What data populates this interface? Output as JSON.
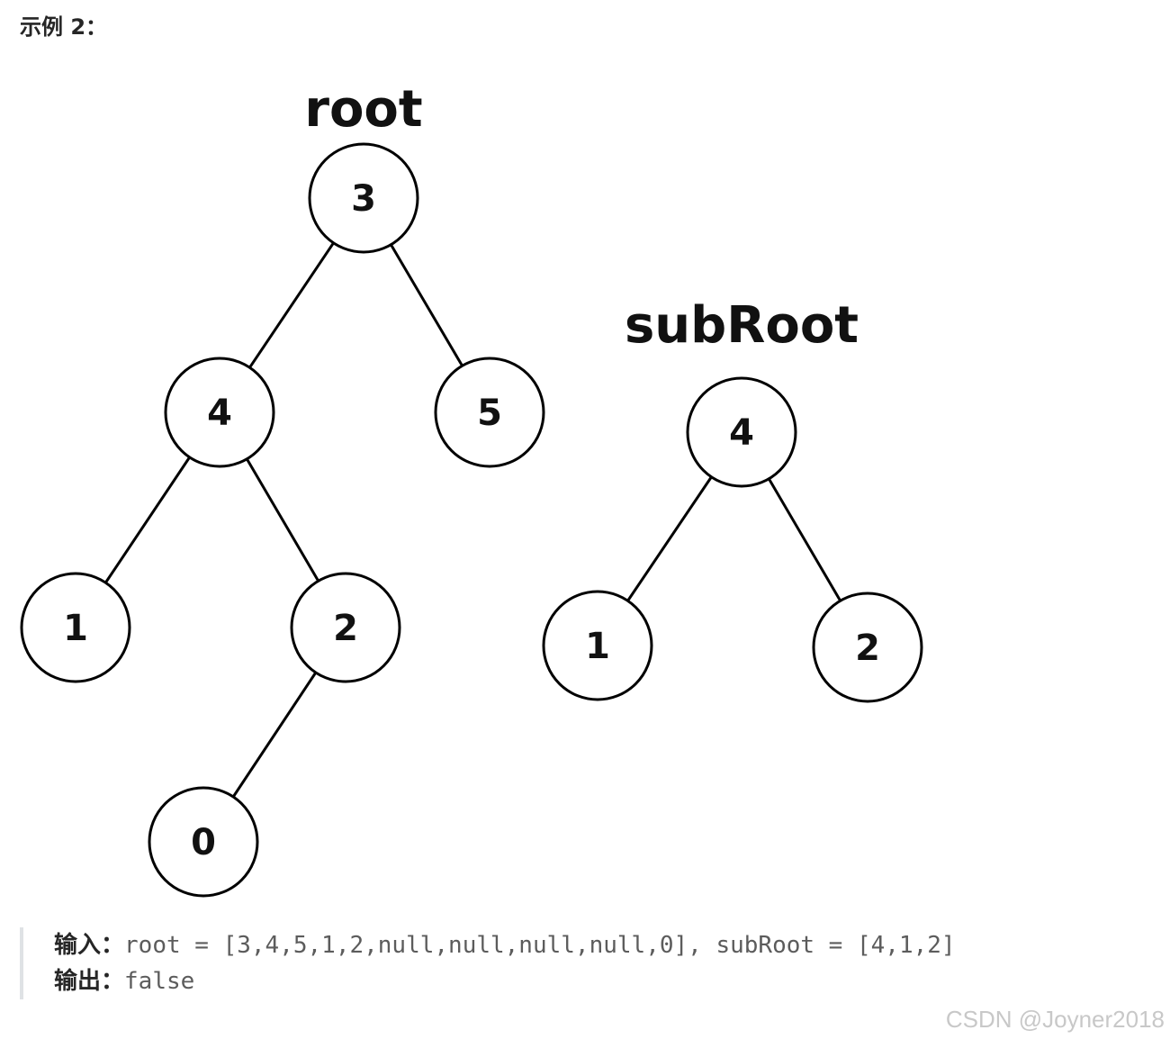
{
  "heading": "示例 2：",
  "trees": [
    {
      "title": "root",
      "nodes": [
        {
          "id": "r3",
          "label": "3"
        },
        {
          "id": "r4",
          "label": "4"
        },
        {
          "id": "r5",
          "label": "5"
        },
        {
          "id": "r1",
          "label": "1"
        },
        {
          "id": "r2",
          "label": "2"
        },
        {
          "id": "r0",
          "label": "0"
        }
      ],
      "edges": [
        [
          "r3",
          "r4"
        ],
        [
          "r3",
          "r5"
        ],
        [
          "r4",
          "r1"
        ],
        [
          "r4",
          "r2"
        ],
        [
          "r2",
          "r0"
        ]
      ]
    },
    {
      "title": "subRoot",
      "nodes": [
        {
          "id": "s4",
          "label": "4"
        },
        {
          "id": "s1",
          "label": "1"
        },
        {
          "id": "s2",
          "label": "2"
        }
      ],
      "edges": [
        [
          "s4",
          "s1"
        ],
        [
          "s4",
          "s2"
        ]
      ]
    }
  ],
  "example": {
    "input_key": "输入：",
    "input_value": "root = [3,4,5,1,2,null,null,null,null,0], subRoot = [4,1,2]",
    "output_key": "输出：",
    "output_value": "false"
  },
  "watermark": "CSDN @Joyner2018"
}
